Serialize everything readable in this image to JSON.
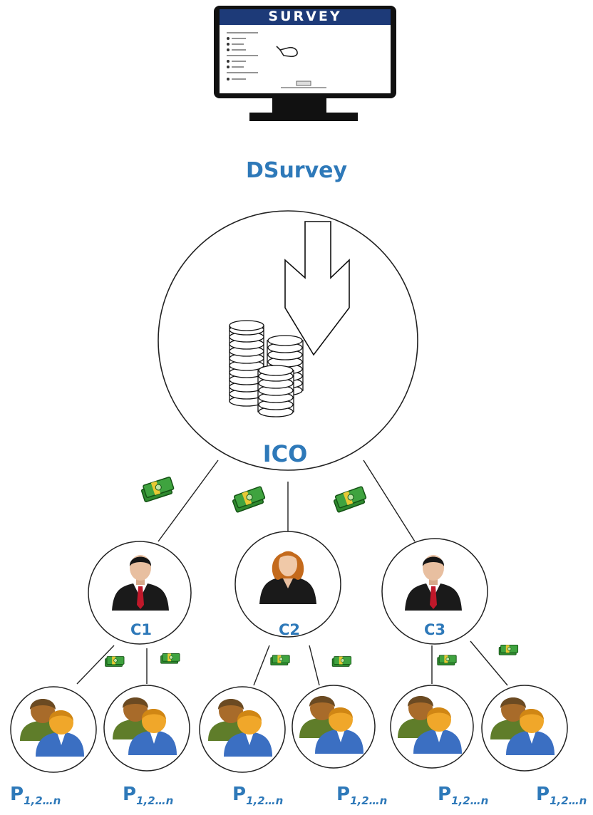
{
  "survey_screen": {
    "title": "SURVEY"
  },
  "platform": {
    "name": "DSurvey"
  },
  "ico": {
    "label": "ICO"
  },
  "companies": [
    {
      "label": "C1"
    },
    {
      "label": "C2"
    },
    {
      "label": "C3"
    }
  ],
  "participants": [
    {
      "label": "P",
      "sub": "1,2…n"
    },
    {
      "label": "P",
      "sub": "1,2…n"
    },
    {
      "label": "P",
      "sub": "1,2…n"
    },
    {
      "label": "P",
      "sub": "1,2…n"
    },
    {
      "label": "P",
      "sub": "1,2…n"
    },
    {
      "label": "P",
      "sub": "1,2…n"
    }
  ],
  "colors": {
    "label_blue": "#2e79b9",
    "monitor_header": "#1d3a78",
    "money_green": "#2f8a2f",
    "suit": "#1a1a1a",
    "tie": "#c0182a"
  }
}
